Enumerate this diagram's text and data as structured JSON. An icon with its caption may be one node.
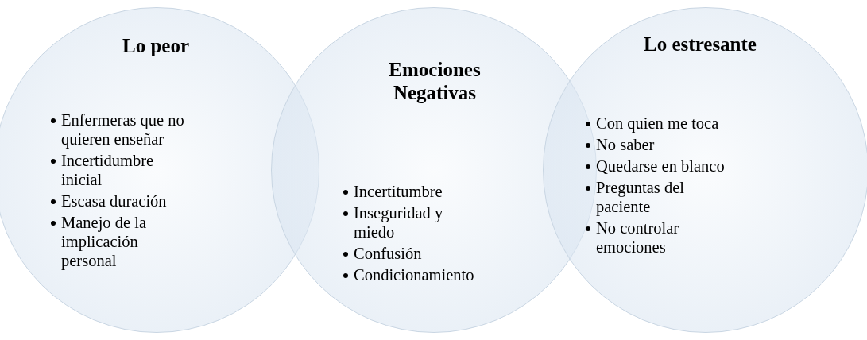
{
  "diagram": {
    "nodes": [
      {
        "text": [
          "Lo peor",
          "Enfermeras que no quieren enseñar",
          "Incertidumbre inicial",
          "Escasa duración",
          "Manejo de la implicación personal"
        ]
      },
      {
        "text": [
          "Emociones Negativas",
          "Incertitumbre",
          "Inseguridad y miedo",
          "Confusión",
          "Condicionamiento"
        ]
      },
      {
        "text": [
          "Lo estresante",
          "Con quien me toca",
          "No saber",
          "Quedarse en blanco",
          "Preguntas del paciente",
          "No controlar emociones"
        ]
      }
    ]
  }
}
